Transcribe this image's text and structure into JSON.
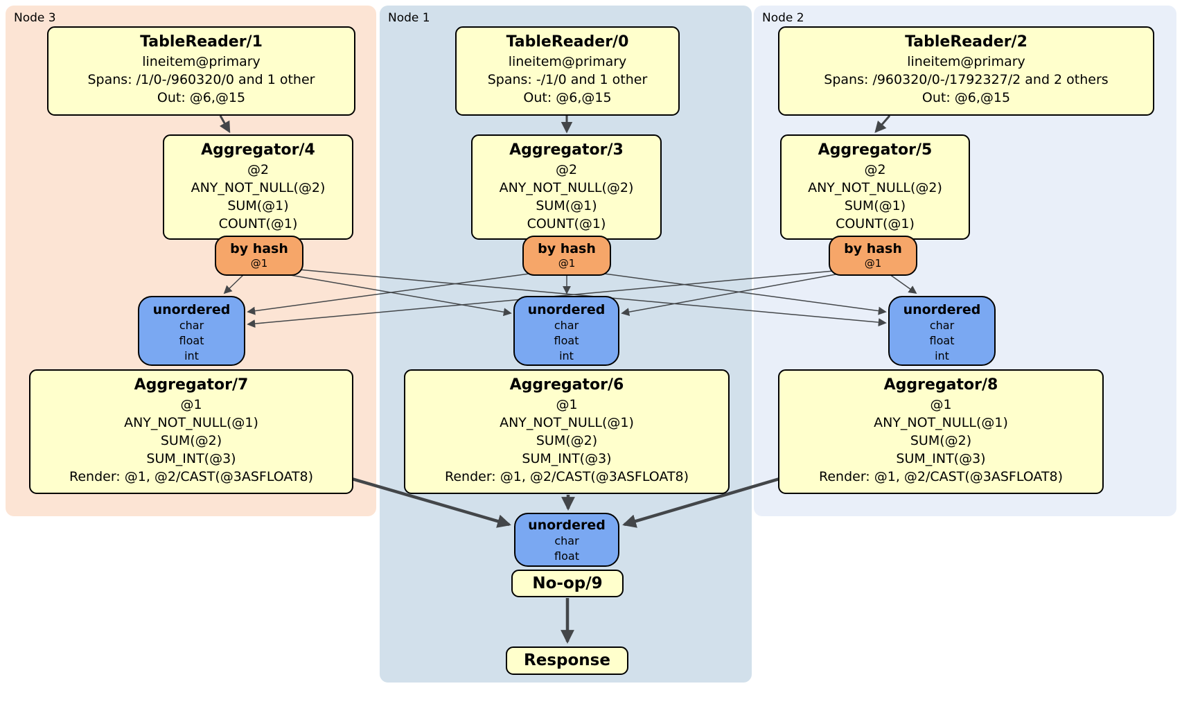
{
  "regions": {
    "node3": "Node 3",
    "node1": "Node 1",
    "node2": "Node 2"
  },
  "boxes": {
    "tr1": {
      "title": "TableReader/1",
      "lines": [
        "lineitem@primary",
        "Spans: /1/0-/960320/0 and 1 other",
        "Out: @6,@15"
      ]
    },
    "tr0": {
      "title": "TableReader/0",
      "lines": [
        "lineitem@primary",
        "Spans: -/1/0 and 1 other",
        "Out: @6,@15"
      ]
    },
    "tr2": {
      "title": "TableReader/2",
      "lines": [
        "lineitem@primary",
        "Spans: /960320/0-/1792327/2 and 2 others",
        "Out: @6,@15"
      ]
    },
    "agg4": {
      "title": "Aggregator/4",
      "lines": [
        "@2",
        "ANY_NOT_NULL(@2)",
        "SUM(@1)",
        "COUNT(@1)"
      ]
    },
    "agg3": {
      "title": "Aggregator/3",
      "lines": [
        "@2",
        "ANY_NOT_NULL(@2)",
        "SUM(@1)",
        "COUNT(@1)"
      ]
    },
    "agg5": {
      "title": "Aggregator/5",
      "lines": [
        "@2",
        "ANY_NOT_NULL(@2)",
        "SUM(@1)",
        "COUNT(@1)"
      ]
    },
    "hash3": {
      "title": "by hash",
      "lines": [
        "@1"
      ]
    },
    "hash1": {
      "title": "by hash",
      "lines": [
        "@1"
      ]
    },
    "hash2": {
      "title": "by hash",
      "lines": [
        "@1"
      ]
    },
    "sync3": {
      "title": "unordered",
      "lines": [
        "char",
        "float",
        "int"
      ]
    },
    "sync1": {
      "title": "unordered",
      "lines": [
        "char",
        "float",
        "int"
      ]
    },
    "sync2": {
      "title": "unordered",
      "lines": [
        "char",
        "float",
        "int"
      ]
    },
    "agg7": {
      "title": "Aggregator/7",
      "lines": [
        "@1",
        "ANY_NOT_NULL(@1)",
        "SUM(@2)",
        "SUM_INT(@3)",
        "Render: @1, @2/CAST(@3ASFLOAT8)"
      ]
    },
    "agg6": {
      "title": "Aggregator/6",
      "lines": [
        "@1",
        "ANY_NOT_NULL(@1)",
        "SUM(@2)",
        "SUM_INT(@3)",
        "Render: @1, @2/CAST(@3ASFLOAT8)"
      ]
    },
    "agg8": {
      "title": "Aggregator/8",
      "lines": [
        "@1",
        "ANY_NOT_NULL(@1)",
        "SUM(@2)",
        "SUM_INT(@3)",
        "Render: @1, @2/CAST(@3ASFLOAT8)"
      ]
    },
    "syncFinal": {
      "title": "unordered",
      "lines": [
        "char",
        "float"
      ]
    },
    "noop": {
      "title": "No-op/9"
    },
    "response": {
      "title": "Response"
    }
  },
  "colors": {
    "canvas_bg": "#ffffff",
    "node3_bg": "#fce4d4",
    "node1_bg": "#d2e0eb",
    "node2_bg": "#e9eff9",
    "box_fill": "#ffffcc",
    "router_fill": "#f6a669",
    "sync_fill": "#7aa8f2",
    "edge_color": "#434649",
    "border_color": "#000000",
    "text_color": "#000000"
  }
}
